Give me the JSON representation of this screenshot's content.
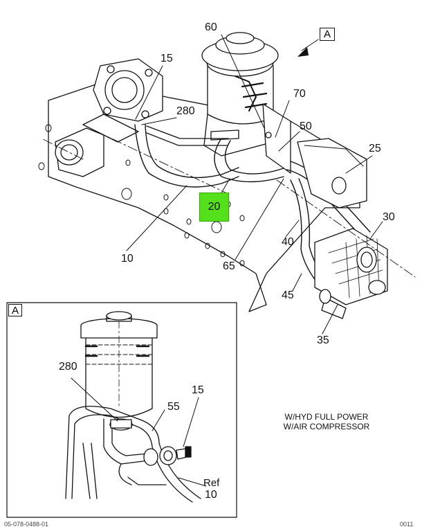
{
  "callouts": {
    "c60": "60",
    "c15": "15",
    "c280": "280",
    "c70": "70",
    "c50": "50",
    "c25": "25",
    "c20": "20",
    "c30": "30",
    "c10": "10",
    "c65": "65",
    "c40": "40",
    "c45": "45",
    "c35": "35"
  },
  "view_marker": "A",
  "inset": {
    "label": "A",
    "c280": "280",
    "c55": "55",
    "c15": "15",
    "ref_label": "Ref",
    "ref_number": "10"
  },
  "note": {
    "line1": "W/HYD FULL POWER",
    "line2": "W/AIR COMPRESSOR"
  },
  "footer": {
    "left": "05-078-0488-01",
    "right": "0011"
  },
  "colors": {
    "highlight": "#55e01c",
    "line": "#111111"
  }
}
